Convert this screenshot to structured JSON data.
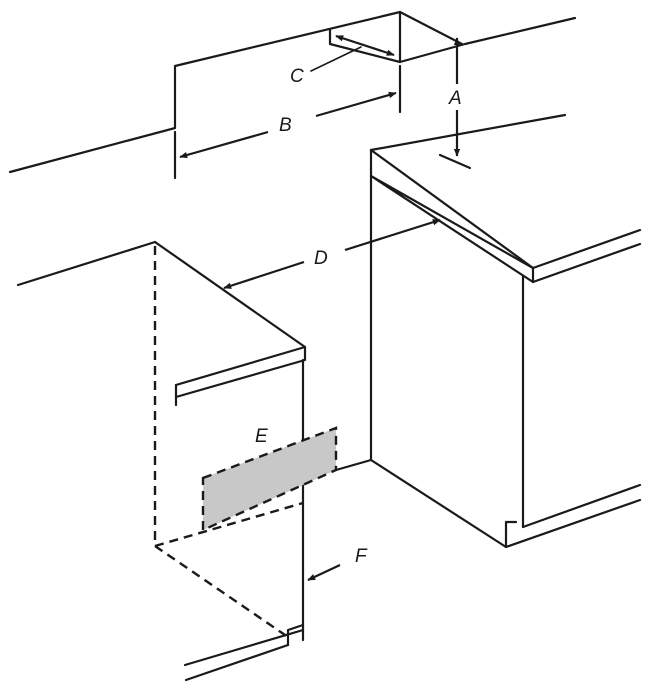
{
  "labels": {
    "a": "A",
    "b": "B",
    "c": "C",
    "d": "D",
    "e": "E",
    "f": "F"
  },
  "colors": {
    "line": "#1a1a1a",
    "shaded_area": "#c8c8c8",
    "background": "#ffffff"
  }
}
